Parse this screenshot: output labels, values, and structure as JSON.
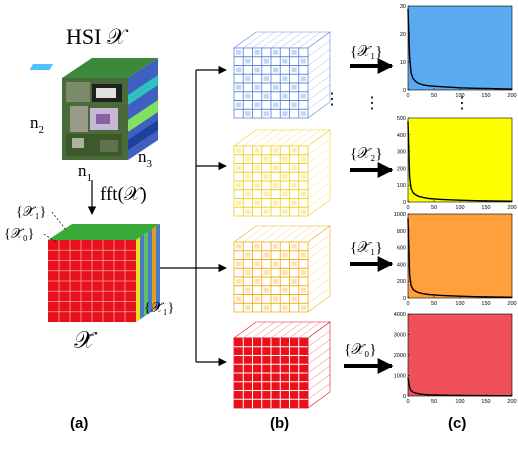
{
  "title_math": "HSI 𝒳",
  "cube_labels": {
    "n2": "n",
    "n2_sub": "2",
    "n1": "n",
    "n1_sub": "1",
    "n3": "n",
    "n3_sub": "3"
  },
  "fft_label": "fft(𝒳)",
  "slice_labels": {
    "first": "{𝒳̄₁}",
    "zero": "{𝒳̄₀}",
    "right": "{𝒳̄₁}"
  },
  "transformed_label": "𝒳̄",
  "arrow_labels": [
    "{𝒳̄₁}",
    "{𝒳̄₂}",
    "{𝒳̄₁}",
    "{𝒳̄₀}"
  ],
  "ellipsis": "⋮",
  "panel_labels": {
    "a": "(a)",
    "b": "(b)",
    "c": "(c)"
  },
  "colors": {
    "blue": "#5aaaf0",
    "yellow": "#ffff00",
    "orange": "#ffa03c",
    "red": "#f0505a",
    "cube_red": "#e8101a",
    "cube_yellow": "#f0d020",
    "cube_orange": "#f0b020",
    "cube_blue": "#5a8ad8"
  },
  "chart_data": [
    {
      "type": "area",
      "fill": "#5aaaf0",
      "xlim": [
        0,
        200
      ],
      "ylim": [
        0,
        30
      ],
      "xticks": [
        "0",
        "50",
        "100",
        "150",
        "200"
      ],
      "yticks": [
        "0",
        "10",
        "20",
        "30"
      ],
      "x": [
        0,
        3,
        6,
        10,
        15,
        20,
        30,
        40,
        60,
        80,
        100,
        130,
        160,
        200
      ],
      "y": [
        29,
        12,
        6,
        4,
        3,
        2.4,
        1.8,
        1.5,
        1.2,
        1.0,
        0.8,
        0.6,
        0.5,
        0.3
      ]
    },
    {
      "type": "area",
      "fill": "#ffff00",
      "xlim": [
        0,
        200
      ],
      "ylim": [
        0,
        500
      ],
      "xticks": [
        "0",
        "50",
        "100",
        "150",
        "200"
      ],
      "yticks": [
        "0",
        "100",
        "200",
        "300",
        "400",
        "500"
      ],
      "x": [
        0,
        3,
        6,
        10,
        15,
        20,
        30,
        40,
        60,
        80,
        100,
        130,
        160,
        200
      ],
      "y": [
        480,
        150,
        80,
        55,
        42,
        34,
        26,
        21,
        16,
        13,
        11,
        8,
        6,
        4
      ]
    },
    {
      "type": "area",
      "fill": "#ffa03c",
      "xlim": [
        0,
        200
      ],
      "ylim": [
        0,
        1000
      ],
      "xticks": [
        "0",
        "50",
        "100",
        "150",
        "200"
      ],
      "yticks": [
        "0",
        "200",
        "400",
        "600",
        "800",
        "1000"
      ],
      "x": [
        0,
        3,
        6,
        10,
        15,
        20,
        30,
        40,
        60,
        80,
        100,
        130,
        160,
        200
      ],
      "y": [
        950,
        280,
        150,
        100,
        78,
        64,
        50,
        42,
        32,
        26,
        22,
        16,
        12,
        8
      ]
    },
    {
      "type": "area",
      "fill": "#f0505a",
      "xlim": [
        0,
        200
      ],
      "ylim": [
        0,
        4000
      ],
      "xticks": [
        "0",
        "50",
        "100",
        "150",
        "200"
      ],
      "yticks": [
        "0",
        "1000",
        "2000",
        "3000",
        "4000"
      ],
      "x": [
        0,
        3,
        6,
        10,
        15,
        20,
        30,
        40,
        60,
        80,
        100,
        130,
        160,
        200
      ],
      "y": [
        900,
        420,
        260,
        180,
        140,
        110,
        80,
        60,
        45,
        35,
        28,
        20,
        15,
        10
      ]
    }
  ]
}
